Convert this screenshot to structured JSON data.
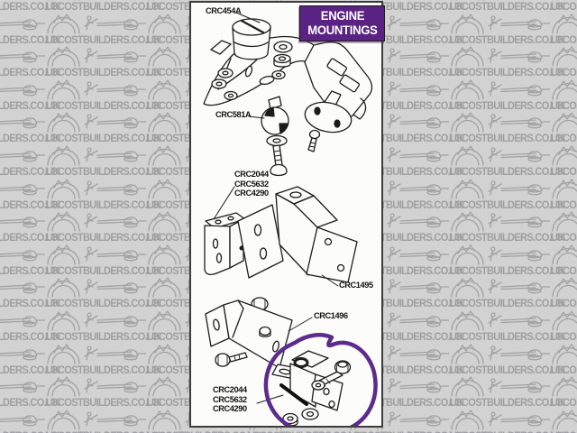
{
  "watermark": {
    "text": "LOCOSTBUILDERS.CO.UK",
    "icon": "digger-icon",
    "background_color": "#d2d2d2",
    "mark_color": "#9f9fa1"
  },
  "diagram": {
    "badge": {
      "line1": "ENGINE",
      "line2": "MOUNTINGS",
      "background_color": "#5a2383",
      "text_color": "#ffffff"
    },
    "labels": {
      "top_mount": "CRC454A",
      "ball_mount": "CRC581A",
      "mount_stack_upper": [
        "CRC2044",
        "CRC5632",
        "CRC4290"
      ],
      "bracket_right": "CRC1495",
      "bracket_lower": "CRC1496",
      "mount_stack_lower": [
        "CRC2044",
        "CRC5632",
        "CRC4290"
      ]
    },
    "highlight_color": "#5c2b8c",
    "line_color": "#1c1c1c"
  }
}
